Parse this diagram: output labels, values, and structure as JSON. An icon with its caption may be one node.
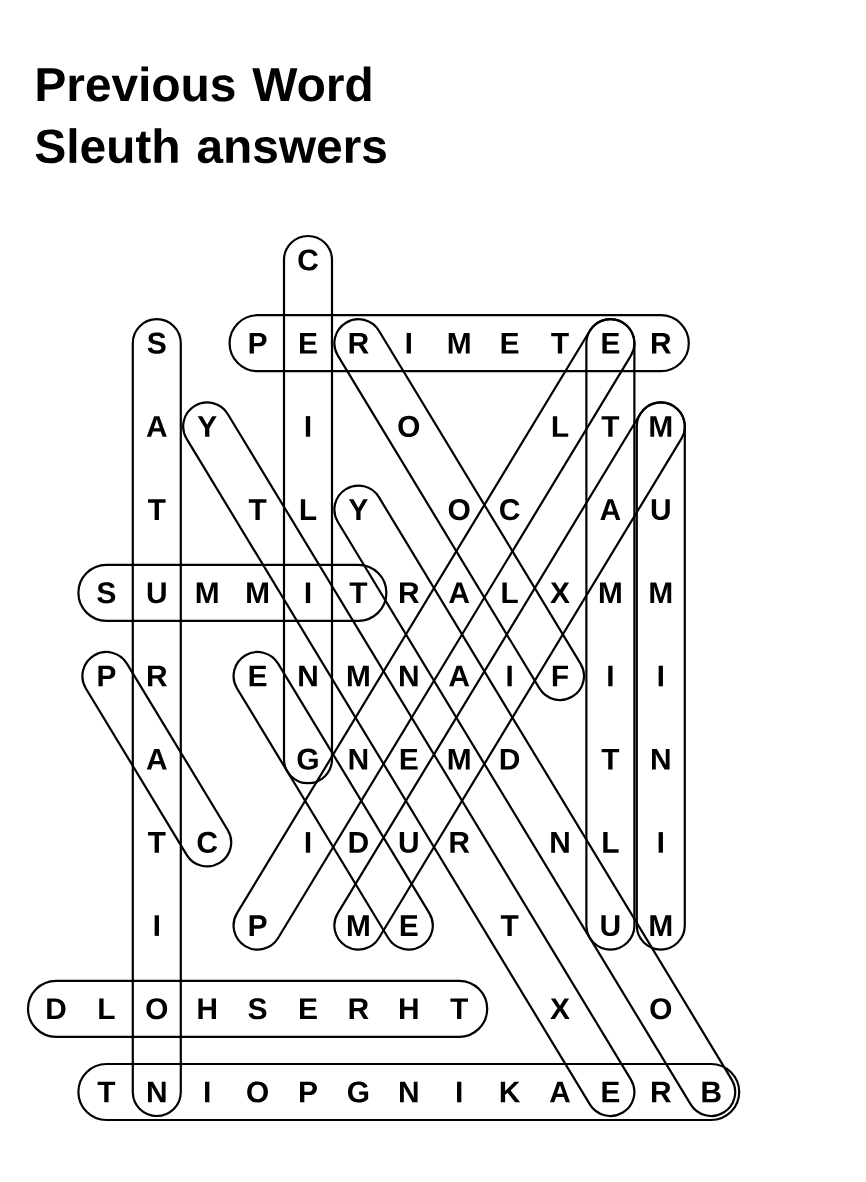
{
  "diagram": {
    "title": "Previous Word Sleuth answers",
    "labels": [
      "C",
      "S",
      "P",
      "E",
      "R",
      "I",
      "M",
      "E",
      "T",
      "E",
      "R",
      "A",
      "Y",
      "I",
      "O",
      "L",
      "T",
      "M",
      "T",
      "T",
      "L",
      "Y",
      "O",
      "C",
      "A",
      "U",
      "S",
      "U",
      "M",
      "M",
      "I",
      "T",
      "R",
      "A",
      "L",
      "X",
      "M",
      "M",
      "P",
      "R",
      "E",
      "N",
      "M",
      "N",
      "A",
      "I",
      "F",
      "I",
      "I",
      "A",
      "G",
      "N",
      "E",
      "M",
      "D",
      "T",
      "N",
      "T",
      "C",
      "I",
      "D",
      "U",
      "R",
      "N",
      "L",
      "I",
      "I",
      "P",
      "M",
      "E",
      "T",
      "U",
      "M",
      "D",
      "L",
      "O",
      "H",
      "S",
      "E",
      "R",
      "H",
      "T",
      "X",
      "O",
      "T",
      "N",
      "I",
      "O",
      "P",
      "G",
      "N",
      "I",
      "K",
      "A",
      "E",
      "R",
      "B"
    ]
  }
}
